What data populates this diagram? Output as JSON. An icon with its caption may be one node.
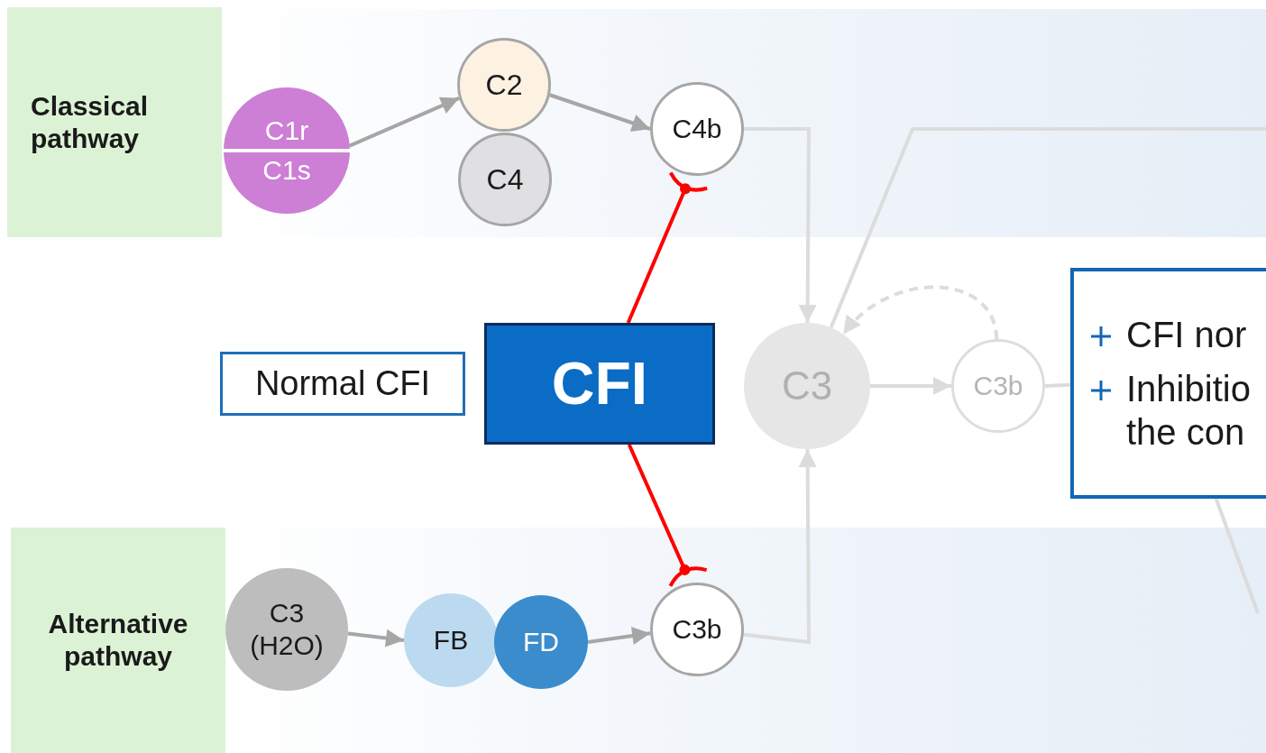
{
  "diagram": {
    "nodes": [
      {
        "text": [
          "Classical pathway"
        ]
      },
      {
        "text": [
          "C1r",
          "C1s"
        ]
      },
      {
        "text": [
          "C2"
        ]
      },
      {
        "text": [
          "C4"
        ]
      },
      {
        "text": [
          "C4b"
        ]
      },
      {
        "text": [
          "Normal CFI"
        ]
      },
      {
        "text": [
          "CFI"
        ]
      },
      {
        "text": [
          "C3"
        ]
      },
      {
        "text": [
          "C3b"
        ]
      },
      {
        "text": [
          "CFI nor",
          "Inhibitio the con"
        ]
      },
      {
        "text": [
          "Alternative pathway"
        ]
      },
      {
        "text": [
          "C3 (H2O)"
        ]
      },
      {
        "text": [
          "FB"
        ]
      },
      {
        "text": [
          "FD"
        ]
      },
      {
        "text": [
          "C3b"
        ]
      }
    ],
    "edges": [
      {
        "from": 1,
        "to": 2,
        "arrow": "to",
        "color": "#a6a6a6"
      },
      {
        "from": 2,
        "to": 4,
        "arrow": "to",
        "color": "#a6a6a6"
      },
      {
        "from": 4,
        "to": 7,
        "arrow": "to"
      },
      {
        "from": 6,
        "to": 4,
        "arrow": "other",
        "color": "#ff0000"
      },
      {
        "from": 6,
        "to": 14,
        "arrow": "other",
        "color": "#ff0000"
      },
      {
        "from": 11,
        "to": 12,
        "arrow": "to",
        "color": "#a6a6a6"
      },
      {
        "from": 13,
        "to": 14,
        "arrow": "to",
        "color": "#a6a6a6"
      },
      {
        "from": 14,
        "to": 7,
        "arrow": "to"
      },
      {
        "from": 7,
        "to": 8,
        "arrow": "to"
      },
      {
        "from": 8,
        "to": 7,
        "arrow": "to",
        "style": "dashed"
      },
      {
        "from": 8,
        "to": 9,
        "arrow": "none"
      },
      {
        "from": null,
        "to": 7,
        "arrow": "none"
      },
      {
        "from": 9,
        "to": null,
        "arrow": "none"
      }
    ]
  }
}
